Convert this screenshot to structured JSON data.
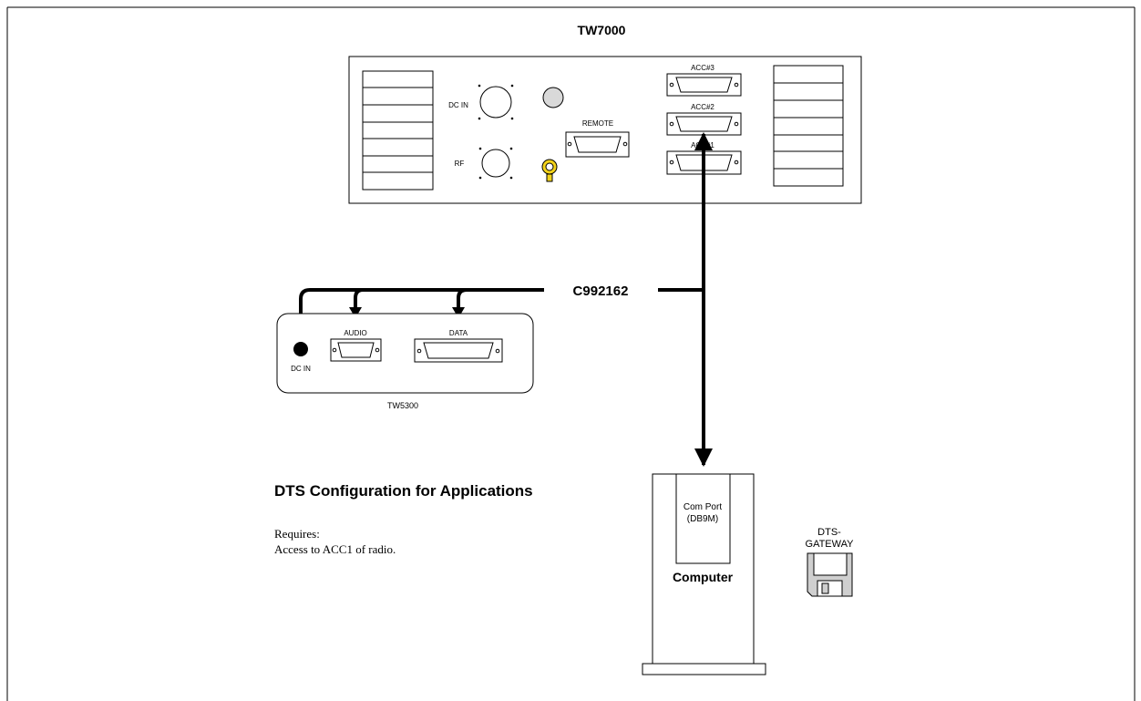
{
  "radio": {
    "title": "TW7000",
    "dc_in_label": "DC IN",
    "rf_label": "RF",
    "remote_label": "REMOTE",
    "acc3_label": "ACC#3",
    "acc2_label": "ACC#2",
    "acc1_label": "ACC#1"
  },
  "cable": {
    "label": "C992162"
  },
  "tw5300": {
    "name": "TW5300",
    "audio_label": "AUDIO",
    "data_label": "DATA",
    "dc_in_label": "DC IN"
  },
  "computer": {
    "label": "Computer",
    "port_line1": "Com Port",
    "port_line2": "(DB9M)"
  },
  "disk": {
    "line1": "DTS-",
    "line2": "GATEWAY"
  },
  "notes": {
    "heading": "DTS Configuration for Applications",
    "requires": "Requires:",
    "access": "Access to ACC1 of radio."
  },
  "colors": {
    "line": "#000000",
    "key_fill": "#f2d21a",
    "knob_fill": "#d9d9d9",
    "disk_fill": "#cfcfcf"
  }
}
